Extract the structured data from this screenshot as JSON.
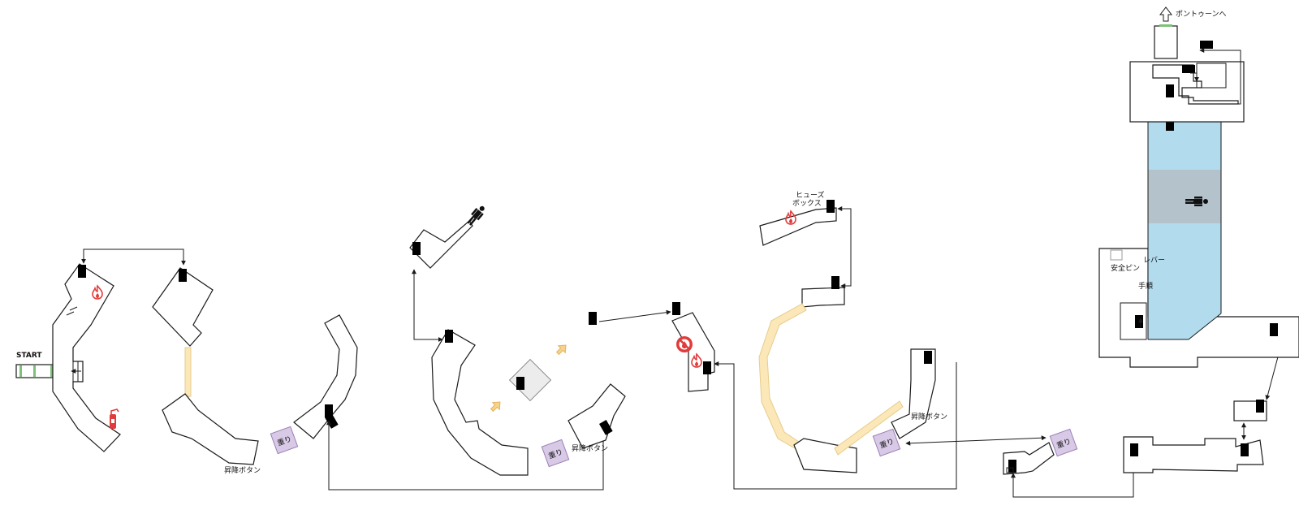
{
  "labels": {
    "start": "START",
    "pontoon": "ポントゥーンへ",
    "fusebox_line1": "ヒューズ",
    "fusebox_line2": "ボックス",
    "lever": "レバー",
    "safety_pin": "安全ピン",
    "procedure": "手順",
    "lift_button_1": "昇降ボタン",
    "lift_button_2": "昇降ボタン",
    "lift_button_3": "昇降ボタン"
  },
  "weight_tile_label": "重り",
  "colors": {
    "water": "#b3dbee",
    "water_band": "#b4c2cb",
    "bridge": "#fbe7b8",
    "weight_tile": "#d8c9e6",
    "fire": "#e23b3b",
    "door_green": "#7dc07a",
    "arrow_yellow": "#f6d38a"
  },
  "icons": [
    "fire-icon",
    "fire-extinguisher-icon",
    "no-fire-icon",
    "person-icon",
    "arrow-up-icon",
    "stairs-icon"
  ]
}
